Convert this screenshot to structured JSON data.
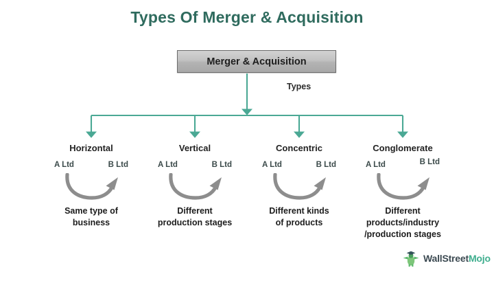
{
  "title": "Types Of Merger & Acquisition",
  "root": {
    "label": "Merger & Acquisition",
    "caption": "Types"
  },
  "branches": [
    {
      "name": "Horizontal",
      "entity_left": "A Ltd",
      "entity_right": "B Ltd",
      "description": "Same type of\nbusiness",
      "description_lines": [
        "Same type of",
        "business"
      ]
    },
    {
      "name": "Vertical",
      "entity_left": "A Ltd",
      "entity_right": "B Ltd",
      "description": "Different\nproduction stages",
      "description_lines": [
        "Different",
        "production stages"
      ]
    },
    {
      "name": "Concentric",
      "entity_left": "A Ltd",
      "entity_right": "B Ltd",
      "description": "Different kinds\nof products",
      "description_lines": [
        "Different kinds",
        "of products"
      ]
    },
    {
      "name": "Conglomerate",
      "entity_left": "A Ltd",
      "entity_right": "B Ltd",
      "description": "Different\nproducts/industry\n/production stages",
      "description_lines": [
        "Different",
        "products/industry",
        "/production stages"
      ]
    }
  ],
  "logo": {
    "text_primary": "WallStreet",
    "text_accent": "Mojo",
    "icon": "graduate-figure-icon"
  },
  "colors": {
    "title": "#2f6b5e",
    "connector": "#4aa894",
    "arc": "#8d8d8d",
    "box_border": "#6b6b6b",
    "entity_text": "#3b4a4a",
    "logo_accent": "#3fae8e",
    "background": "#ffffff"
  }
}
